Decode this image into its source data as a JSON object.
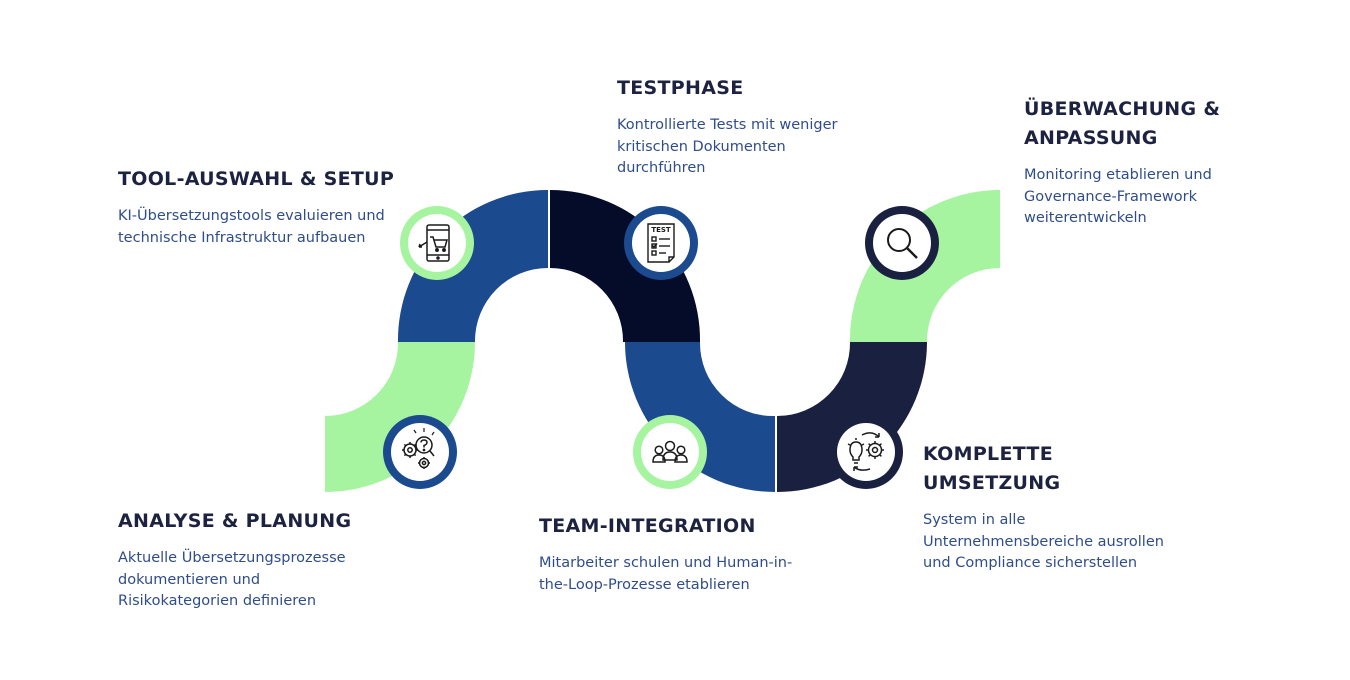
{
  "colors": {
    "green": "#a6f3a0",
    "blue": "#1b4a8e",
    "navy": "#040c2a",
    "dark_navy": "#1a2140",
    "heading": "#1c2240",
    "body_text": "#2f4d8a"
  },
  "steps": [
    {
      "id": "analyse",
      "title": "ANALYSE & PLANUNG",
      "description": "Aktuelle Übersetzungsprozesse dokumentieren und Risikokategorien definieren",
      "icon": "gears-question-icon"
    },
    {
      "id": "tool",
      "title": "TOOL-AUSWAHL & SETUP",
      "description": "KI-Übersetzungstools evaluieren und technische Infrastruktur aufbauen",
      "icon": "tablet-cart-icon"
    },
    {
      "id": "test",
      "title": "TESTPHASE",
      "description": "Kontrollierte Tests mit weniger kritischen Dokumenten durchführen",
      "icon": "test-checklist-icon",
      "icon_label": "TEST"
    },
    {
      "id": "team",
      "title": "TEAM-INTEGRATION",
      "description": "Mitarbeiter schulen und Human-in-the-Loop-Prozesse etablieren",
      "icon": "people-group-icon"
    },
    {
      "id": "umsetzung",
      "title": "KOMPLETTE UMSETZUNG",
      "description": "System in alle Unternehmensbereiche ausrollen und Compliance sicherstellen",
      "icon": "lightbulb-gear-icon"
    },
    {
      "id": "ueberwachung",
      "title": "ÜBERWACHUNG & ANPASSUNG",
      "description": "Monitoring etablieren und Governance-Framework weiterentwickeln",
      "icon": "magnifier-icon"
    }
  ]
}
